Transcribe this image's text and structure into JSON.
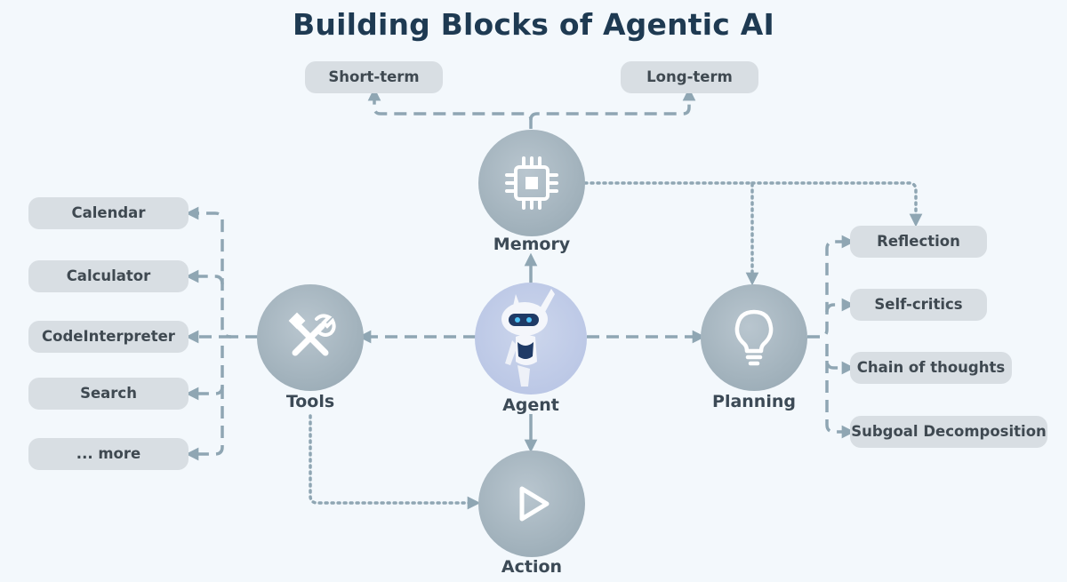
{
  "title": "Building Blocks of Agentic AI",
  "nodes": {
    "agent": "Agent",
    "memory": "Memory",
    "tools": "Tools",
    "planning": "Planning",
    "action": "Action"
  },
  "memory_items": [
    "Short-term",
    "Long-term"
  ],
  "tools_items": [
    "Calendar",
    "Calculator",
    "CodeInterpreter",
    "Search",
    "... more"
  ],
  "planning_items": [
    "Reflection",
    "Self-critics",
    "Chain of thoughts",
    "Subgoal Decomposition"
  ],
  "icons": {
    "memory": "chip-icon",
    "tools": "tools-icon",
    "planning": "lightbulb-icon",
    "action": "play-icon",
    "agent": "robot-icon"
  },
  "colors": {
    "background": "#f3f8fc",
    "title": "#1e3a52",
    "connector": "#8fa6b3",
    "pill": "#d8dee3",
    "node": "#a3b3bd",
    "agent_node": "#bcc8e6"
  }
}
